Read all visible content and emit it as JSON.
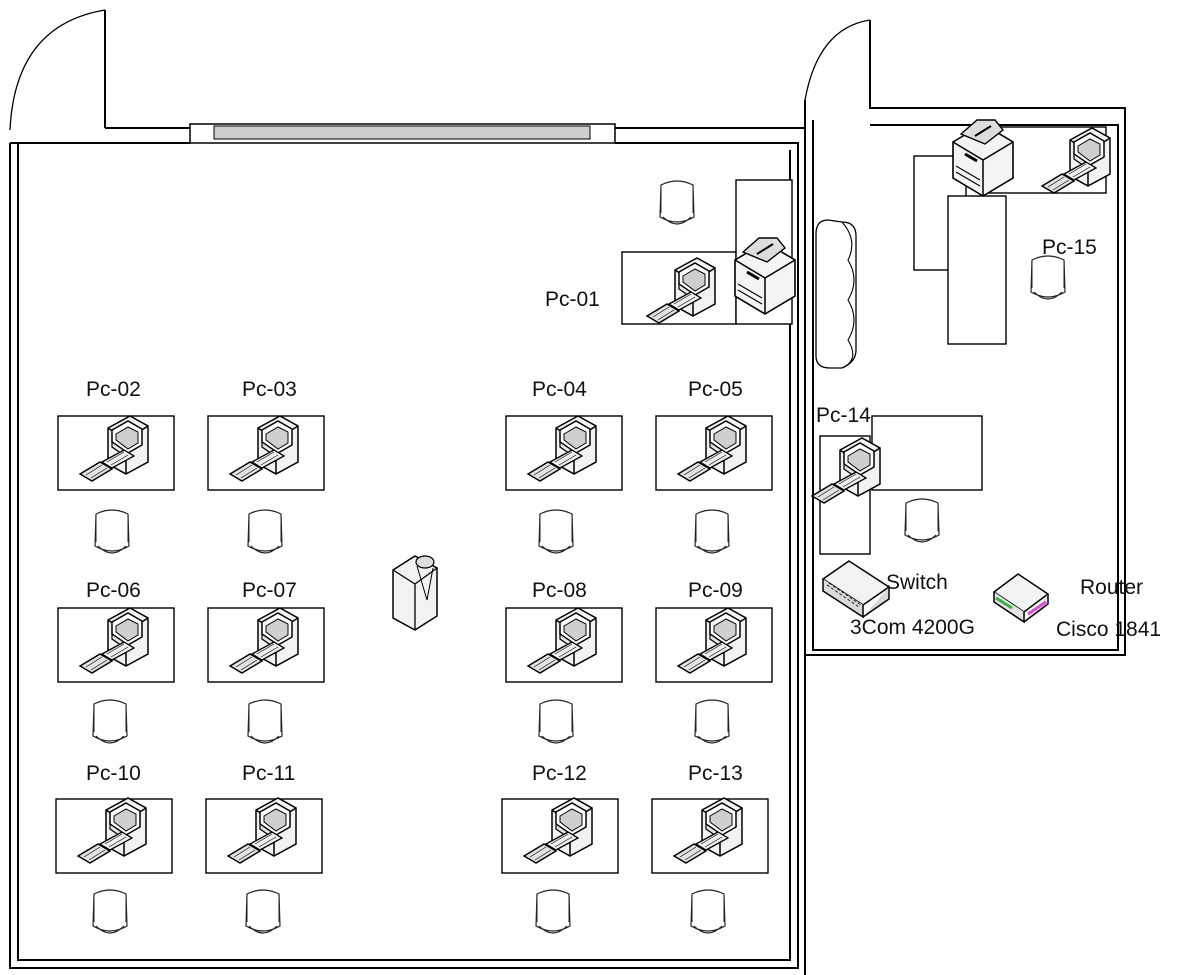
{
  "workstations": [
    {
      "label": "Pc-01"
    },
    {
      "label": "Pc-02"
    },
    {
      "label": "Pc-03"
    },
    {
      "label": "Pc-04"
    },
    {
      "label": "Pc-05"
    },
    {
      "label": "Pc-06"
    },
    {
      "label": "Pc-07"
    },
    {
      "label": "Pc-08"
    },
    {
      "label": "Pc-09"
    },
    {
      "label": "Pc-10"
    },
    {
      "label": "Pc-11"
    },
    {
      "label": "Pc-12"
    },
    {
      "label": "Pc-13"
    },
    {
      "label": "Pc-14"
    },
    {
      "label": "Pc-15"
    }
  ],
  "network": {
    "switch_label": "Switch",
    "switch_model": "3Com 4200G",
    "router_label": "Router",
    "router_model": "Cisco 1841"
  },
  "colors": {
    "line": "#000000",
    "equipment_fill": "#f2f2f2",
    "router_accent_green": "#3cb043",
    "router_accent_pink": "#d84fd8"
  }
}
